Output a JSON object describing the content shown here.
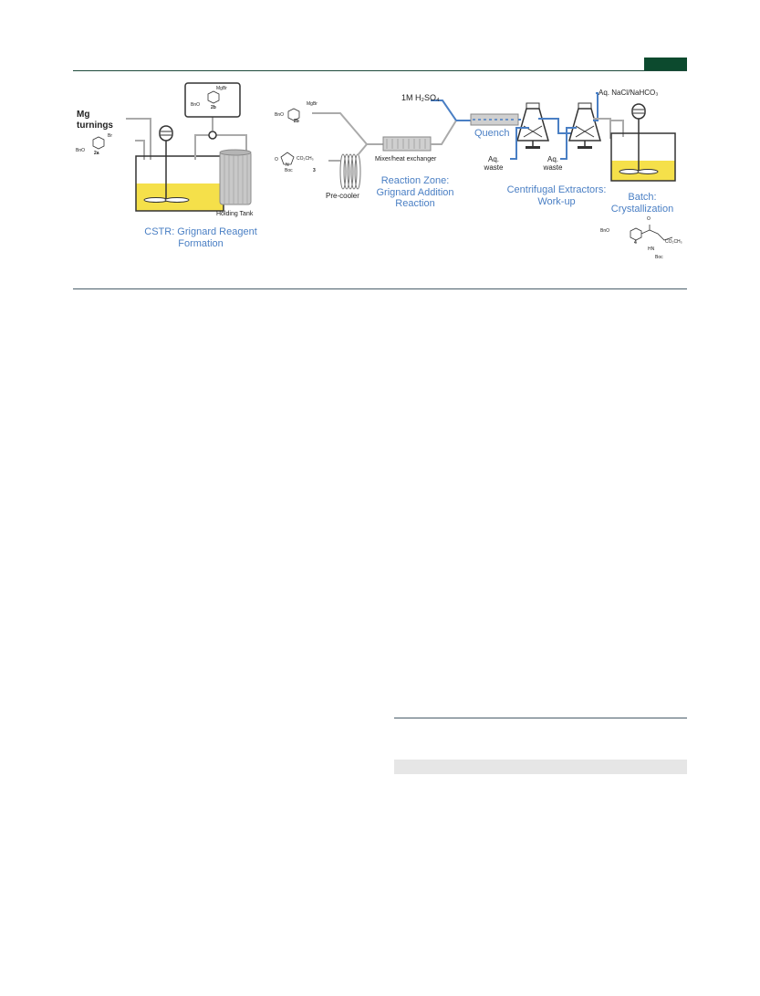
{
  "scheme": {
    "cstr": {
      "mg_label": "Mg\nturnings",
      "reagent_2a_label": "2a",
      "bno": "BnO",
      "br": "Br",
      "reagent_2b_label": "2b",
      "mgbr": "MgBr",
      "holding_tank": "Holding Tank",
      "title": "CSTR: Grignard Reagent\nFormation"
    },
    "reaction": {
      "bno": "BnO",
      "mgbr": "MgBr",
      "reagent_2b_label": "2b",
      "boc": "Boc",
      "co2ch3": "CO₂CH₃",
      "o": "O",
      "n": "N",
      "reagent_3_label": "3",
      "precooler": "Pre-cooler",
      "mixer": "Mixer/heat exchanger",
      "title": "Reaction Zone:\nGrignard Addition\nReaction"
    },
    "quench": {
      "acid": "1M H₂SO₄",
      "title": "Quench"
    },
    "workup": {
      "waste1": "Aq.\nwaste",
      "waste2": "Aq.\nwaste",
      "wash": "Aq. NaCl/NaHCO₃",
      "title": "Centrifugal Extractors:\nWork-up"
    },
    "batch": {
      "title": "Batch:\nCrystallization",
      "bno": "BnO",
      "o": "O",
      "product_label": "4",
      "hn": "HN",
      "co2ch3": "CO₂CH₃",
      "boc": "Boc"
    }
  }
}
